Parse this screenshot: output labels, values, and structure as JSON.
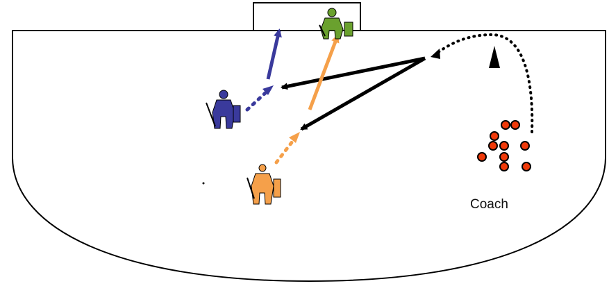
{
  "coach_label": "Coach",
  "colors": {
    "outline": "#000000",
    "blue_player": "#3a3a9c",
    "orange_player": "#f5a04a",
    "green_player": "#6aa12e",
    "pucks": "#f03a0a",
    "pass_arrow": "#000000",
    "background": "#ffffff"
  },
  "players": [
    {
      "role": "goalie",
      "color_key": "green_player",
      "icon": "goalie-icon"
    },
    {
      "role": "skater-1",
      "color_key": "blue_player",
      "icon": "goalie-icon"
    },
    {
      "role": "skater-2",
      "color_key": "orange_player",
      "icon": "goalie-icon"
    }
  ],
  "puck_count": 10,
  "icons": {
    "net": "net-icon",
    "puck": "puck-icon",
    "direction": "direction-triangle-icon"
  }
}
